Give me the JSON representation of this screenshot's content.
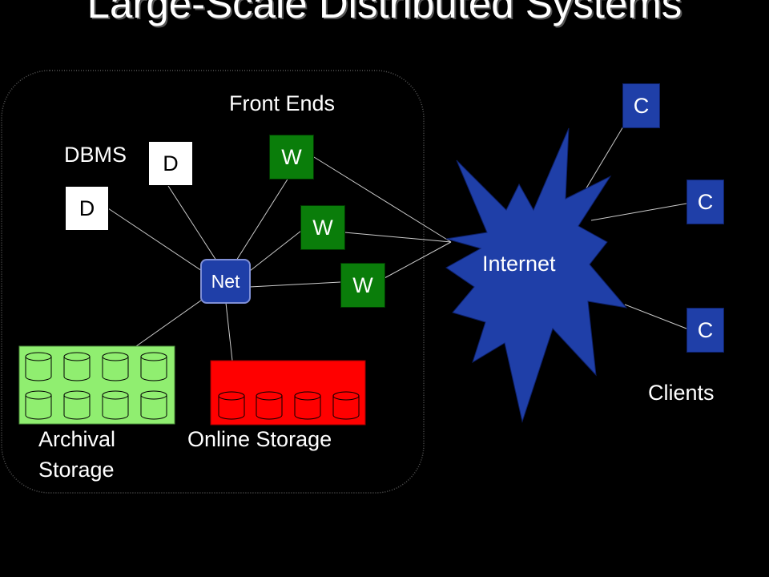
{
  "title": "Large-Scale Distributed Systems",
  "labels": {
    "front_ends": "Front Ends",
    "dbms": "DBMS",
    "archival_line1": "Archival",
    "archival_line2": "Storage",
    "online_storage": "Online Storage",
    "clients": "Clients",
    "internet": "Internet",
    "net": "Net"
  },
  "dbms_nodes": [
    "D",
    "D"
  ],
  "front_end_nodes": [
    "W",
    "W",
    "W"
  ],
  "client_nodes": [
    "C",
    "C",
    "C"
  ],
  "colors": {
    "background": "#000000",
    "front_end": "#0a7d0a",
    "client": "#1f3fa8",
    "internet": "#1f3fa8",
    "archival": "#90ee70",
    "online": "#ff0000"
  }
}
